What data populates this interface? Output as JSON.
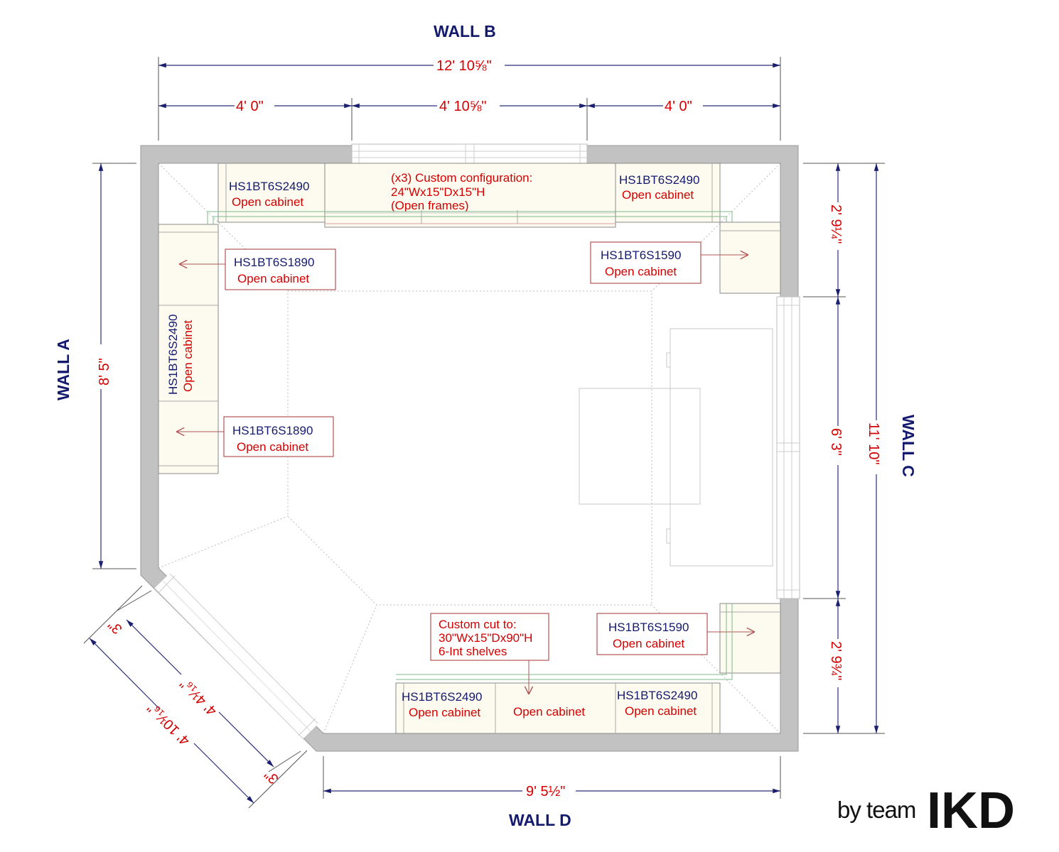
{
  "colors": {
    "wall": "#c2c2c2",
    "dimension_text": "#d40000",
    "dimension_line": "#2a2f7a",
    "label_navy": "#141a6e",
    "cabinet_fill": "#fdfbef"
  },
  "walls": {
    "a": "WALL  A",
    "b": "WALL B",
    "c": "WALL C",
    "d": "WALL D"
  },
  "dimensions": {
    "wall_b_total": "12'  10⅝\"",
    "wall_b_left": "4'  0\"",
    "wall_b_window": "4'  10⅝\"",
    "wall_b_right": "4'  0\"",
    "wall_a": "8'  5\"",
    "wall_c_top": "2'  9¼\"",
    "wall_c_window": "6'  3\"",
    "wall_c_bottom": "2'  9¾\"",
    "wall_c_total": "11'  10\"",
    "wall_d": "9'  5½\"",
    "diag_total": "4'  10¹⁄₁₆\"",
    "diag_window": "4'  4¹⁄₁₆\"",
    "diag_offset_top": "3\"",
    "diag_offset_bottom": "3\""
  },
  "cabinets": {
    "top_left": {
      "code": "HS1BT6S2490",
      "desc": "Open cabinet"
    },
    "top_custom": {
      "line1": "(x3) Custom configuration:",
      "line2": "24\"Wx15\"Dx15\"H",
      "line3": "(Open frames)"
    },
    "top_right": {
      "code": "HS1BT6S2490",
      "desc": "Open cabinet"
    },
    "left_upper": {
      "code": "HS1BT6S1890",
      "desc": "Open cabinet"
    },
    "left_middle": {
      "code": "HS1BT6S2490",
      "desc": "Open cabinet"
    },
    "left_lower": {
      "code": "HS1BT6S1890",
      "desc": "Open cabinet"
    },
    "right_upper": {
      "code": "HS1BT6S1590",
      "desc": "Open cabinet"
    },
    "right_lower": {
      "code": "HS1BT6S1590",
      "desc": "Open cabinet"
    },
    "bottom_custom": {
      "line1": "Custom cut to:",
      "line2": "30\"Wx15\"Dx90\"H",
      "line3": "6-Int shelves",
      "desc": "Open cabinet"
    },
    "bottom_left": {
      "code": "HS1BT6S2490",
      "desc": "Open cabinet"
    },
    "bottom_right": {
      "code": "HS1BT6S2490",
      "desc": "Open cabinet"
    }
  },
  "logo": {
    "by": "by team",
    "brand": "IKD"
  }
}
